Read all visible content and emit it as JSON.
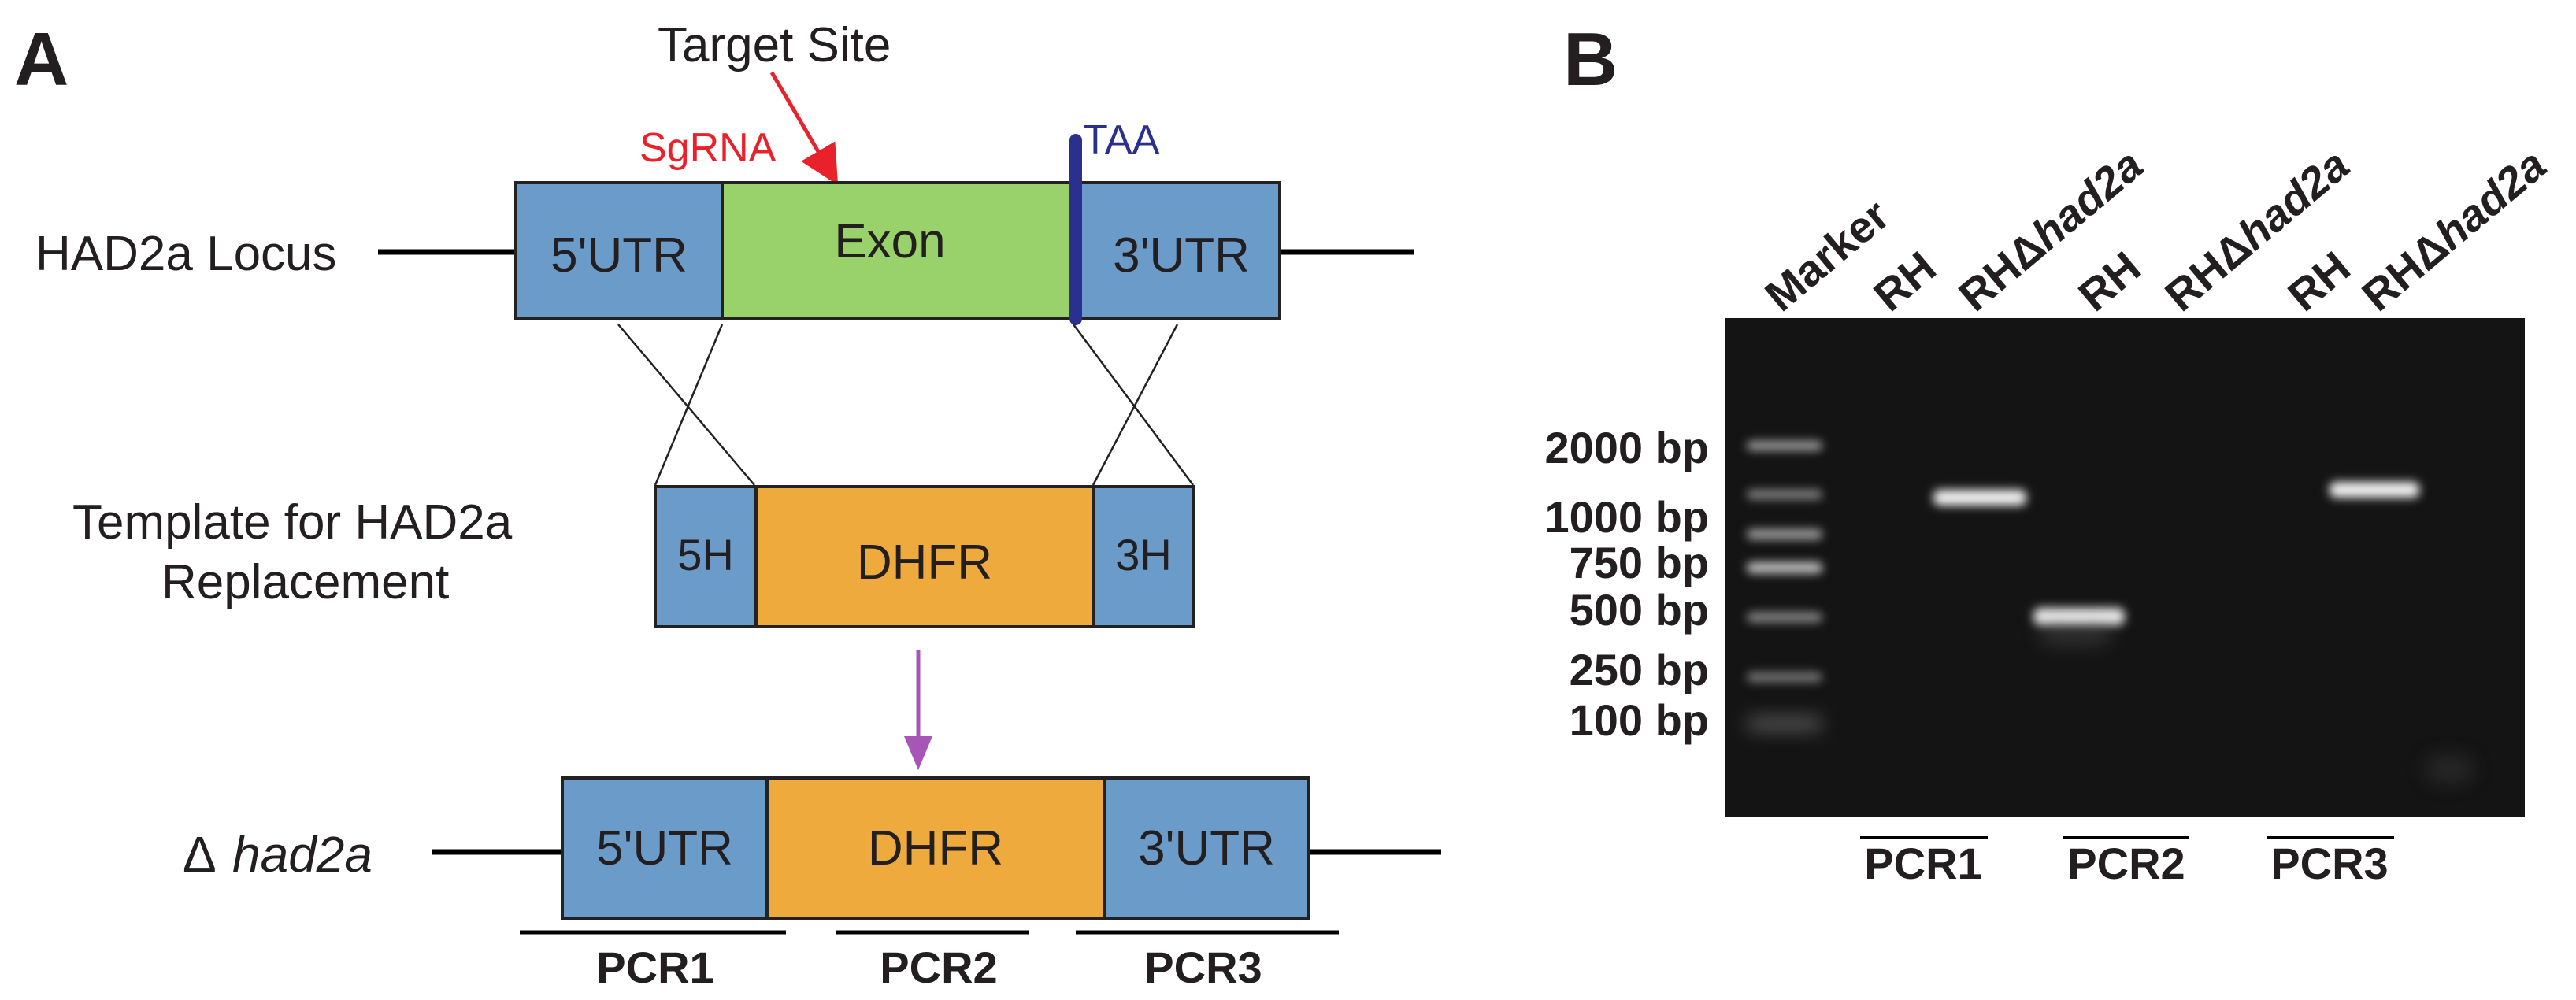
{
  "panel_a": {
    "letter": "A",
    "target_site": "Target Site",
    "sgrna": "SgRNA",
    "taa": "TAA",
    "locus_label": "HAD2a Locus",
    "locus": {
      "utr5": "5'UTR",
      "exon": "Exon",
      "utr3": "3'UTR"
    },
    "template_label_line1": "Template for HAD2a",
    "template_label_line2": "Replacement",
    "template": {
      "h5": "5H",
      "dhfr": "DHFR",
      "h3": "3H"
    },
    "deletion_label": {
      "prefix": "Δ",
      "gene": "had2a"
    },
    "deletion": {
      "utr5": "5'UTR",
      "dhfr": "DHFR",
      "utr3": "3'UTR"
    },
    "pcr_labels": [
      "PCR1",
      "PCR2",
      "PCR3"
    ]
  },
  "panel_b": {
    "letter": "B",
    "lanes": [
      {
        "prefix": "Marker",
        "gene": ""
      },
      {
        "prefix": "RH",
        "gene": ""
      },
      {
        "prefix": "RHΔ",
        "gene": "had2a"
      },
      {
        "prefix": "RH",
        "gene": ""
      },
      {
        "prefix": "RHΔ",
        "gene": "had2a"
      },
      {
        "prefix": "RH",
        "gene": ""
      },
      {
        "prefix": "RHΔ",
        "gene": "had2a"
      }
    ],
    "ladder": [
      "2000 bp",
      "1000 bp",
      "750 bp",
      "500 bp",
      "250 bp",
      "100 bp"
    ],
    "pcr_labels": [
      "PCR1",
      "PCR2",
      "PCR3"
    ]
  },
  "colors": {
    "utr_blue": "#6b9bc8",
    "exon_green": "#99d16a",
    "dhfr_orange": "#eeaa3c",
    "sgrna_red": "#e8212b",
    "taa_blue": "#2b2f8e",
    "arrow_purple": "#a855b8",
    "gel_background": "#141414"
  }
}
